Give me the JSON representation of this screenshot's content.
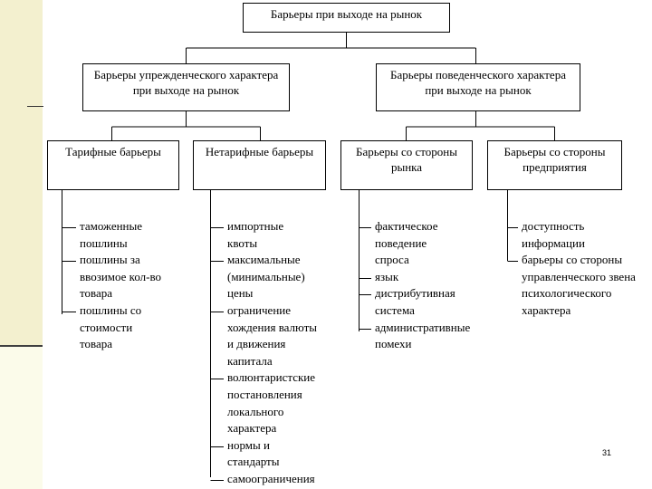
{
  "root": {
    "label": "Барьеры при выходе на рынок"
  },
  "level1": [
    {
      "line1": "Барьеры упрежденческого характера",
      "line2": "при выходе на рынок"
    },
    {
      "line1": "Барьеры поведенческого характера",
      "line2": "при выходе на рынок"
    }
  ],
  "level2": [
    {
      "line1": "Тарифные барьеры",
      "line2": ""
    },
    {
      "line1": "Нетарифные барьеры",
      "line2": ""
    },
    {
      "line1": "Барьеры со стороны",
      "line2": "рынка"
    },
    {
      "line1": "Барьеры со стороны",
      "line2": "предприятия"
    }
  ],
  "lists": [
    {
      "lines": [
        "таможенные",
        "пошлины",
        "пошлины за",
        "ввозимое кол-во",
        "товара",
        "пошлины со",
        "стоимости",
        "товара"
      ]
    },
    {
      "lines": [
        "импортные",
        "квоты",
        "максимальные",
        "(минимальные)",
        "цены",
        "ограничение",
        "хождения валюты",
        "и движения",
        "капитала",
        "волюнтаристские",
        "постановления",
        "локального",
        "характера",
        "нормы и",
        "стандарты",
        "самоограничения"
      ]
    },
    {
      "lines": [
        "фактическое",
        "поведение",
        "спроса",
        "язык",
        "дистрибутивная",
        "система",
        "административные",
        "помехи"
      ]
    },
    {
      "lines": [
        "доступность",
        "информации",
        "барьеры со стороны",
        "управленческого звена",
        "психологического",
        "характера"
      ]
    }
  ],
  "page_number": "31"
}
